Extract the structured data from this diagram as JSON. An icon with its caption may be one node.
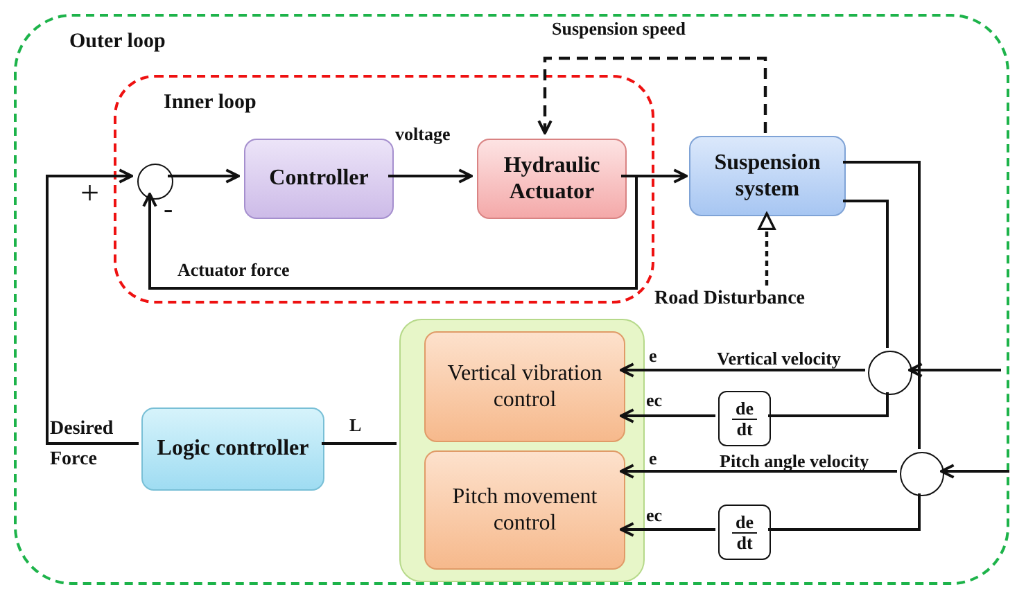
{
  "diagram": {
    "nodes": [
      {
        "text": [
          "Outer loop"
        ]
      },
      {
        "text": [
          "Inner loop"
        ],
        "in": 0
      },
      {
        "text": [],
        "shape": "circle",
        "in": 1
      },
      {
        "text": [
          "Controller"
        ],
        "in": 1
      },
      {
        "text": [
          "Hydraulic Actuator"
        ],
        "in": 1
      },
      {
        "text": [
          "Suspension system"
        ],
        "in": 0
      },
      {
        "text": [
          "Road Disturbance"
        ],
        "in": 0
      },
      {
        "text": [],
        "shape": "circle",
        "in": 0
      },
      {
        "text": [],
        "shape": "circle",
        "in": 0
      },
      {
        "text": [
          "Logic controller"
        ],
        "in": 0
      },
      {
        "text": [],
        "shape": "box",
        "in": 0
      },
      {
        "text": [
          "Vertical vibration control"
        ],
        "in": 10
      },
      {
        "text": [
          "Pitch movement control"
        ],
        "in": 10
      },
      {
        "text": [
          "de",
          "dt"
        ],
        "in": 0
      },
      {
        "text": [
          "de",
          "dt"
        ],
        "in": 0
      }
    ],
    "edges": [
      {
        "from": 2,
        "to": 3,
        "arrow": "to"
      },
      {
        "from": 3,
        "to": 4,
        "arrow": "to",
        "label": "voltage"
      },
      {
        "from": 4,
        "to": 5,
        "arrow": "to"
      },
      {
        "from": 4,
        "to": 2,
        "arrow": "to",
        "label": "Actuator force"
      },
      {
        "from": 5,
        "to": 4,
        "arrow": "to",
        "label": "Suspension speed",
        "style": "dashed"
      },
      {
        "from": 6,
        "to": 5,
        "arrow": "to",
        "style": "dashed"
      },
      {
        "from": 5,
        "to": 8,
        "arrow": "none"
      },
      {
        "from": 5,
        "to": 7,
        "arrow": "none"
      },
      {
        "from": null,
        "to": 7,
        "arrow": "to"
      },
      {
        "from": null,
        "to": 8,
        "arrow": "to"
      },
      {
        "from": 7,
        "to": 11,
        "arrow": "to",
        "label": "Vertical velocity"
      },
      {
        "from": 7,
        "to": 13,
        "arrow": "none"
      },
      {
        "from": 13,
        "to": 11,
        "arrow": "to"
      },
      {
        "from": 8,
        "to": 12,
        "arrow": "to",
        "label": "Pitch angle velocity"
      },
      {
        "from": 8,
        "to": 14,
        "arrow": "none"
      },
      {
        "from": 14,
        "to": 12,
        "arrow": "to"
      },
      {
        "from": 9,
        "to": 10,
        "arrow": "none",
        "label": "L"
      },
      {
        "from": 9,
        "to": 2,
        "arrow": "to",
        "label": "Desired Force"
      }
    ],
    "labels": [
      "+",
      "-",
      "e",
      "ec",
      "e",
      "ec"
    ]
  }
}
